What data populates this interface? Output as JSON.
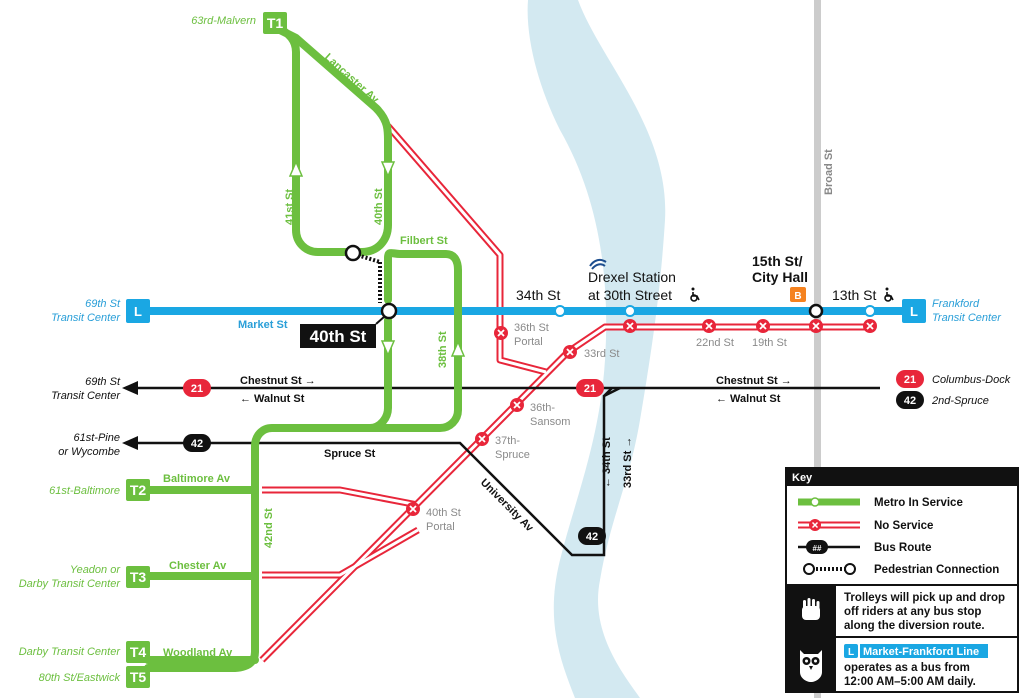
{
  "colors": {
    "metro": "#6cbf3f",
    "mfl": "#1aa7e3",
    "no_service": "#e8263a",
    "bus": "#111111",
    "river": "#d3e9f1",
    "broad_st": "#cccccc",
    "bsl_orange": "#f5821f"
  },
  "routes": {
    "t1": {
      "badge": "T1",
      "terminal": "63rd-Malvern"
    },
    "t2": {
      "badge": "T2",
      "terminal": "61st-Baltimore"
    },
    "t3": {
      "badge": "T3",
      "terminal_1": "Yeadon or",
      "terminal_2": "Darby Transit Center"
    },
    "t4": {
      "badge": "T4",
      "terminal": "Darby Transit Center"
    },
    "t5": {
      "badge": "T5",
      "terminal": "80th St/Eastwick"
    }
  },
  "mfl": {
    "badge": "L",
    "west_terminal_1": "69th St",
    "west_terminal_2": "Transit Center",
    "east_terminal_1": "Frankford",
    "east_terminal_2": "Transit Center",
    "street": "Market St"
  },
  "streets": {
    "lancaster": "Lancaster Av",
    "st41": "41st St",
    "st40": "40th St",
    "filbert": "Filbert St",
    "st38": "38th St",
    "baltimore": "Baltimore Av",
    "chester": "Chester Av",
    "woodland": "Woodland Av",
    "st42": "42nd St",
    "spruce": "Spruce St",
    "university": "University Av",
    "broad": "Broad St",
    "chestnut_w": "Chestnut St →",
    "walnut_w": "← Walnut St",
    "chestnut_e": "Chestnut St →",
    "walnut_e": "← Walnut St",
    "st34": "← 34th St",
    "st33": "33rd St →"
  },
  "stations": {
    "st40": "40th St",
    "st34": "34th St",
    "drexel_1": "Drexel Station",
    "drexel_2": "at 30th Street",
    "city_hall_1": "15th St/",
    "city_hall_2": "City Hall",
    "bsl_badge": "B",
    "st13": "13th St",
    "portal36_1": "36th St",
    "portal36_2": "Portal",
    "st33": "33rd St",
    "sansom_1": "36th-",
    "sansom_2": "Sansom",
    "spruce37_1": "37th-",
    "spruce37_2": "Spruce",
    "portal40_1": "40th St",
    "portal40_2": "Portal",
    "st22": "22nd St",
    "st19": "19th St"
  },
  "bus": {
    "r21": "21",
    "r42": "42",
    "west_21_1": "69th St",
    "west_21_2": "Transit Center",
    "west_42_1": "61st-Pine",
    "west_42_2": "or Wycombe",
    "east_21": "Columbus-Dock",
    "east_42": "2nd-Spruce"
  },
  "legend": {
    "title": "Key",
    "metro": "Metro In Service",
    "no_service": "No Service",
    "bus": "Bus Route",
    "bus_badge": "##",
    "ped": "Pedestrian Connection",
    "trolley_note_1": "Trolleys will pick up and drop",
    "trolley_note_2": "off riders at any bus stop",
    "trolley_note_3": "along the diversion route.",
    "mfl_badge": "L",
    "mfl_name": "Market-Frankford Line",
    "owl_note_1": "operates as a bus from",
    "owl_note_2": "12:00 AM–5:00 AM daily."
  }
}
